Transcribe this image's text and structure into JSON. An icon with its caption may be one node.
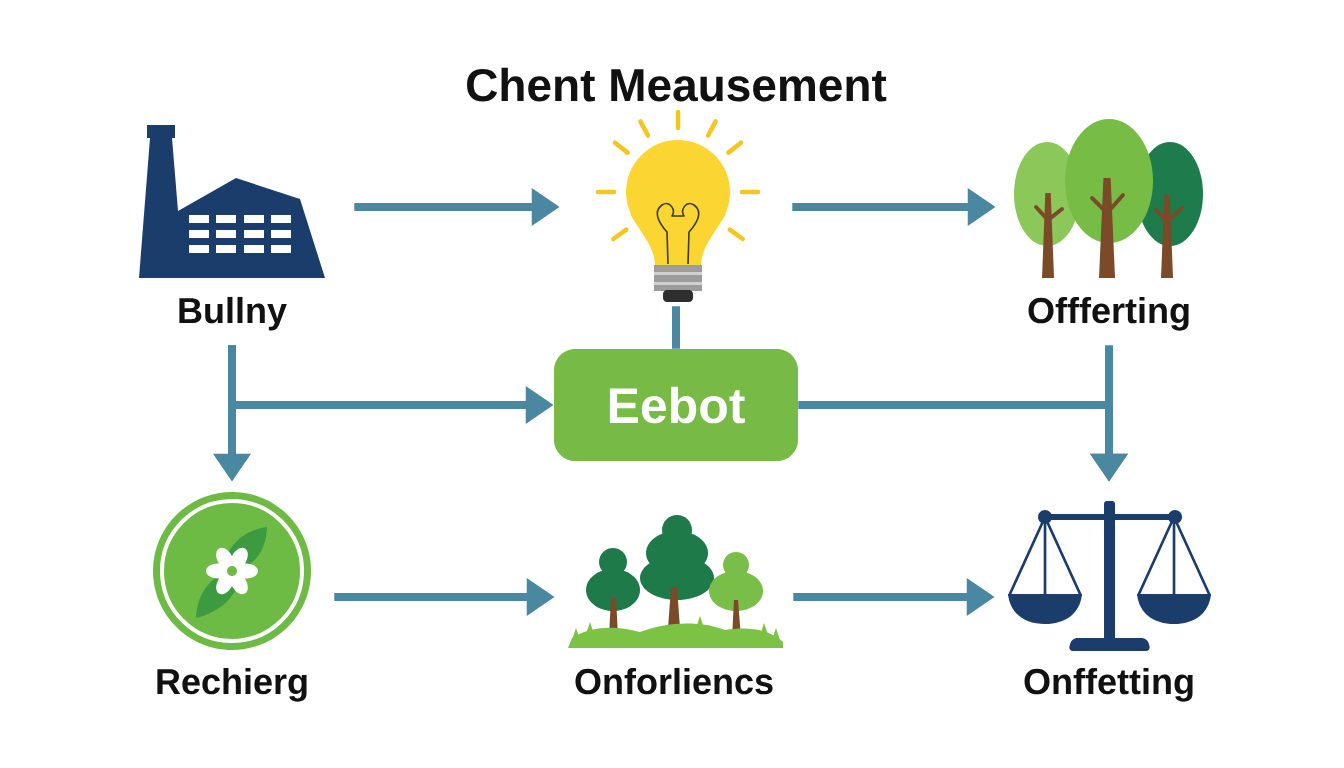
{
  "diagram": {
    "title": "Chent Meausement",
    "nodes": [
      {
        "text": [
          "Bullny"
        ]
      },
      {
        "text": [],
        "shape": "picture"
      },
      {
        "text": [
          "Offferting"
        ]
      },
      {
        "text": [
          "Eebot"
        ]
      },
      {
        "text": [
          "Rechierg"
        ]
      },
      {
        "text": [
          "Onforliencs"
        ]
      },
      {
        "text": [
          "Onffetting"
        ]
      }
    ],
    "edges": [
      {
        "from": 0,
        "to": 1,
        "arrow": "to"
      },
      {
        "from": 1,
        "to": 2,
        "arrow": "to"
      },
      {
        "from": 1,
        "to": 3,
        "arrow": "none"
      },
      {
        "from": 0,
        "to": 4,
        "arrow": "to"
      },
      {
        "from": 0,
        "to": 3,
        "arrow": "to"
      },
      {
        "from": 2,
        "to": 6,
        "arrow": "to"
      },
      {
        "from": 3,
        "to": 6,
        "arrow": "to"
      },
      {
        "from": 4,
        "to": 5,
        "arrow": "to"
      },
      {
        "from": 5,
        "to": 6,
        "arrow": "to"
      }
    ]
  }
}
